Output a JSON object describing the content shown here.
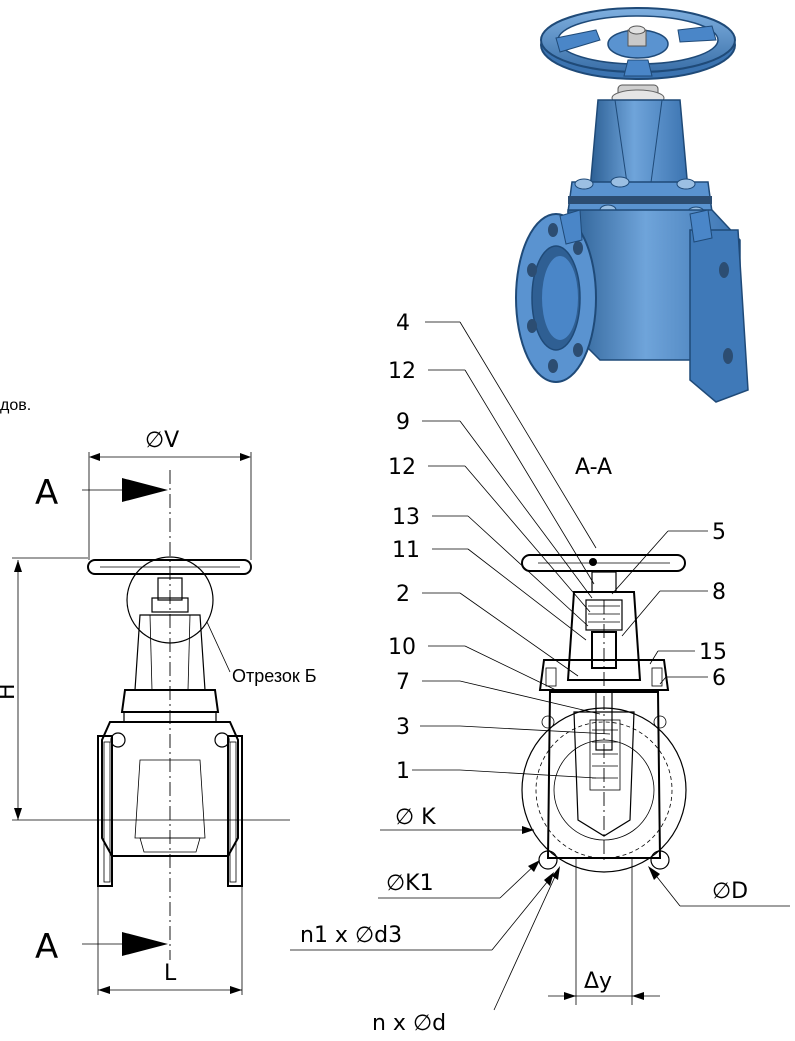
{
  "texts": {
    "partial_text": "дов.",
    "diameter_v": "∅V",
    "section_top": "A",
    "section_bottom": "A",
    "height_h": "H",
    "length_l": "L",
    "detail_b": "Отрезок Б",
    "section_aa": "A-A",
    "diameter_k": "∅ K",
    "diameter_k1": "∅K1",
    "n1_d3": "n1 x ∅d3",
    "n_d": "n x ∅d",
    "diameter_d": "∅D",
    "dy": "Δy"
  },
  "callouts_left": [
    "4",
    "12",
    "9",
    "12",
    "13",
    "11",
    "2",
    "10",
    "7",
    "3",
    "1"
  ],
  "callouts_right": [
    "5",
    "8",
    "15",
    "6"
  ],
  "colors": {
    "valve_blue": "#4a86c8",
    "valve_dark": "#2c5f94",
    "valve_light": "#7fb0e0"
  }
}
